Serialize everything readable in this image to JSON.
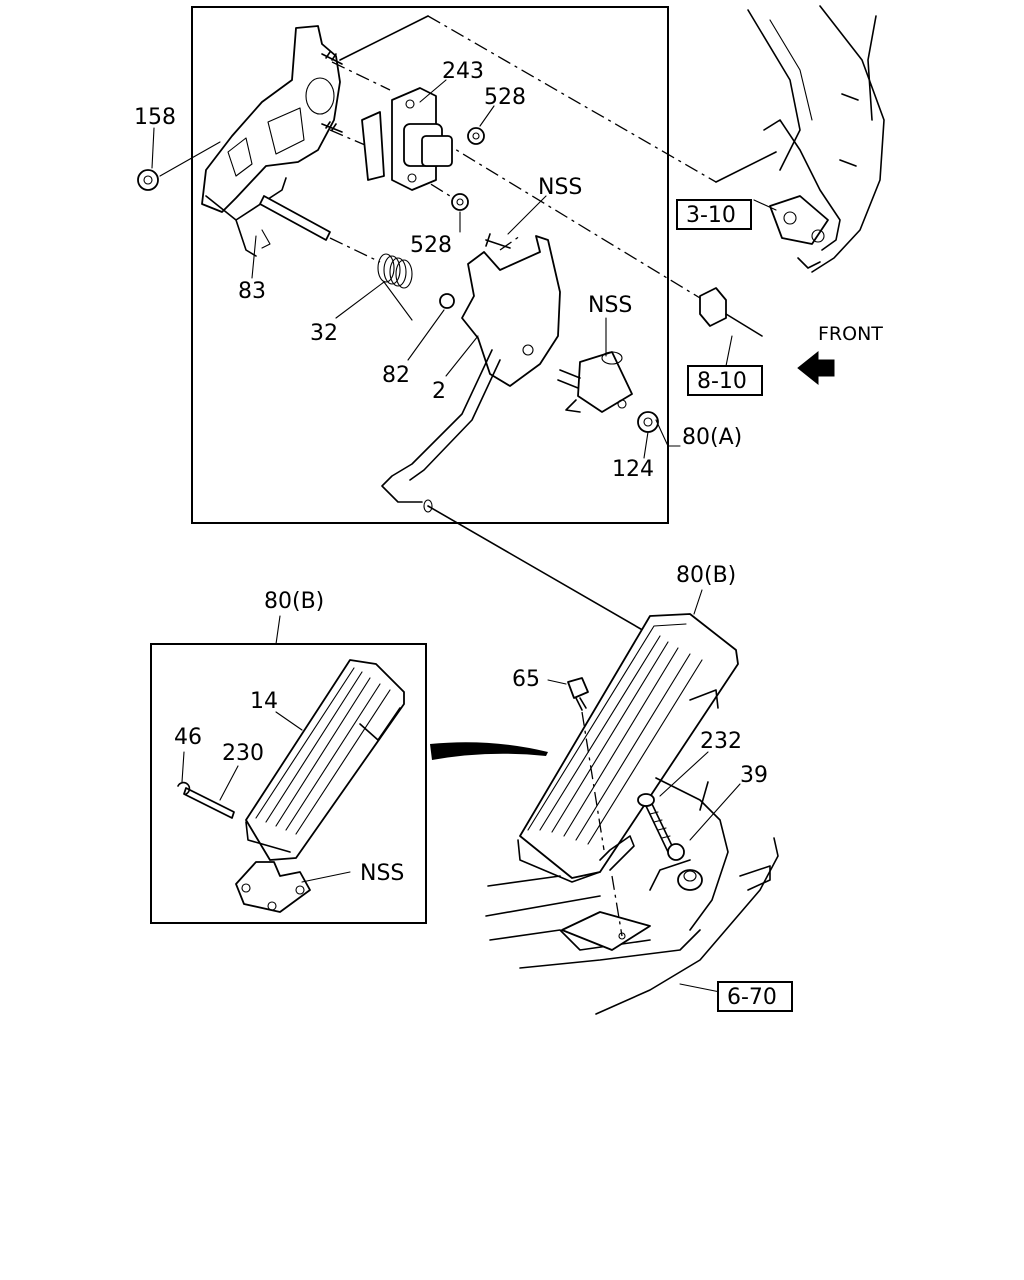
{
  "callouts": {
    "c158": "158",
    "c243": "243",
    "c528a": "528",
    "c528b": "528",
    "nss1": "NSS",
    "nss2": "NSS",
    "nss3": "NSS",
    "c83": "83",
    "c32": "32",
    "c82": "82",
    "c2": "2",
    "c124": "124",
    "c80a": "80(A)",
    "c80b_main": "80(B)",
    "c80b_inset": "80(B)",
    "c14": "14",
    "c46": "46",
    "c230": "230",
    "c65": "65",
    "c232": "232",
    "c39": "39"
  },
  "references": {
    "r310": "3-10",
    "r810": "8-10",
    "r670": "6-70"
  },
  "direction": {
    "label": "FRONT",
    "arrow_icon": "front-arrow-icon"
  }
}
